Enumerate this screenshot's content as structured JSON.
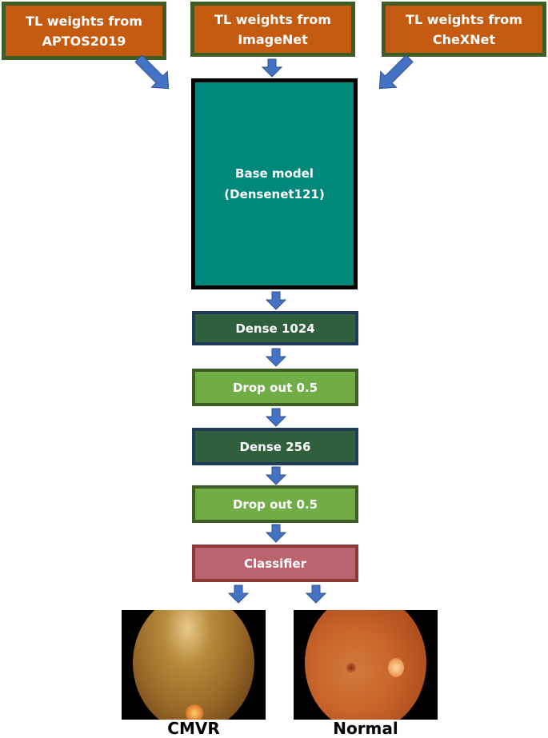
{
  "sources": [
    {
      "line1": "TL weights from",
      "line2": "APTOS2019"
    },
    {
      "line1": "TL weights from",
      "line2": "ImageNet"
    },
    {
      "line1": "TL weights from",
      "line2": "CheXNet"
    }
  ],
  "base_model": {
    "line1": "Base model",
    "line2": "(Densenet121)"
  },
  "layers": [
    {
      "label": "Dense 1024"
    },
    {
      "label": "Drop out 0.5"
    },
    {
      "label": "Dense 256"
    },
    {
      "label": "Drop out 0.5"
    },
    {
      "label": "Classifier"
    }
  ],
  "outputs": [
    {
      "label": "CMVR"
    },
    {
      "label": "Normal"
    }
  ],
  "colors": {
    "source_fill": "#c55a11",
    "source_border": "#3e5d25",
    "base_fill": "#00897b",
    "dense_fill": "#2f5f3d",
    "dropout_fill": "#70ad47",
    "classifier_fill": "#bc6370",
    "arrow": "#4472c4"
  }
}
